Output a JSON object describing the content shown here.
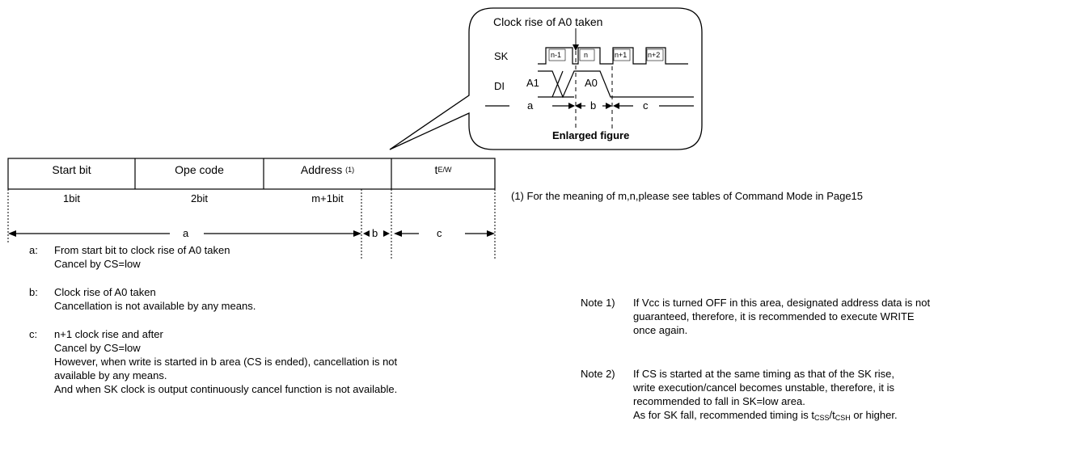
{
  "enlarged": {
    "callout_title": "Clock rise of A0 taken",
    "sk_label": "SK",
    "di_label": "DI",
    "pulses": [
      "n-1",
      "n",
      "n+1",
      "n+2"
    ],
    "di_segments": [
      "A1",
      "A0"
    ],
    "spans": [
      "a",
      "b",
      "c"
    ],
    "caption": "Enlarged figure"
  },
  "frame": {
    "cells": [
      "Start bit",
      "Ope code",
      "Address",
      "t"
    ],
    "address_ref": "(1)",
    "twrite_sub": "E/W",
    "bits": [
      "1bit",
      "2bit",
      "m+1bit"
    ]
  },
  "ranges": {
    "a": "a",
    "b": "b",
    "c": "c"
  },
  "footnote": "(1) For the meaning of m,n,please see tables of Command Mode in Page15",
  "descriptions": [
    {
      "label": "a:",
      "lines": [
        "From start bit to clock rise of A0 taken",
        "Cancel by CS=low"
      ]
    },
    {
      "label": "b:",
      "lines": [
        "Clock rise of A0 taken",
        "Cancellation is not available by any means."
      ]
    },
    {
      "label": "c:",
      "lines": [
        "n+1 clock rise and after",
        "Cancel by CS=low",
        "However, when write is started in b area (CS is ended), cancellation is not",
        "available by any means.",
        "And when SK clock is output continuously cancel function is not available."
      ]
    }
  ],
  "notes": {
    "note1_label": "Note 1)",
    "note1_lines": [
      "If Vcc is turned OFF in this area, designated address data is not",
      "guaranteed, therefore, it is recommended to execute WRITE",
      "once again."
    ],
    "note2_label": "Note 2)",
    "note2_lines": [
      "If CS is started at the same timing as that of the SK rise,",
      "write execution/cancel becomes unstable, therefore, it is",
      "recommended to fall in SK=low area."
    ],
    "note2_last_prefix": "As for SK fall, recommended timing is t",
    "note2_css": "CSS",
    "note2_slash": "/t",
    "note2_csh": "CSH",
    "note2_suffix": " or higher."
  }
}
